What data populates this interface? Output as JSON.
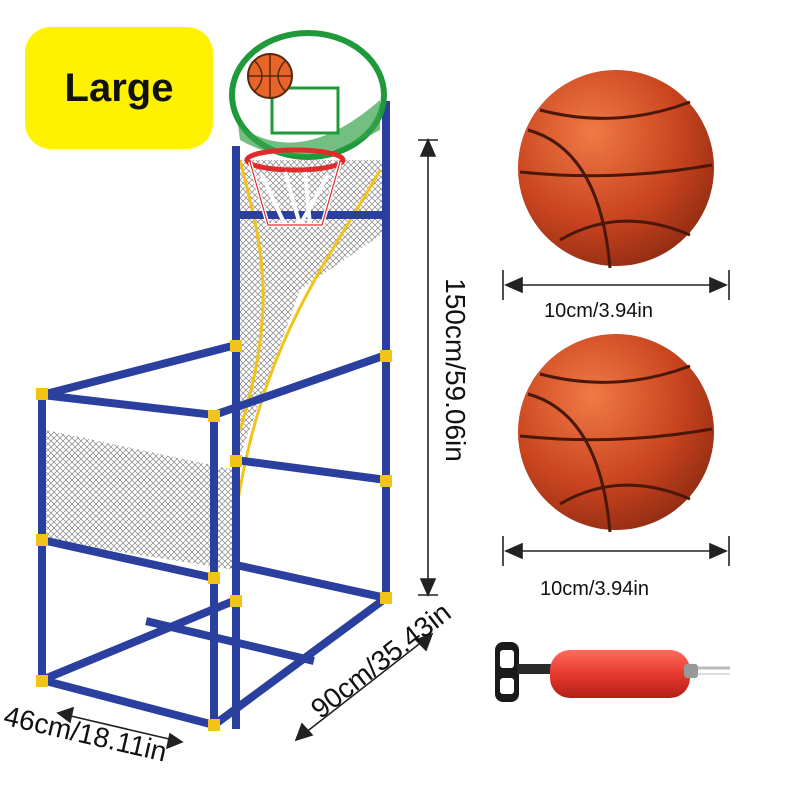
{
  "badge": {
    "label": "Large",
    "color": "#fff200"
  },
  "dimensions": {
    "height": "150cm/59.06in",
    "depth": "90cm/35.43in",
    "width": "46cm/18.11in",
    "ball_1": "10cm/3.94in",
    "ball_2": "10cm/3.94in"
  },
  "colors": {
    "frame": "#2a3f9e",
    "joint": "#f2c417",
    "ball": "#c9441f",
    "pump": "#e8392e"
  },
  "icons": [
    "basketball-icon",
    "air-pump-icon"
  ]
}
